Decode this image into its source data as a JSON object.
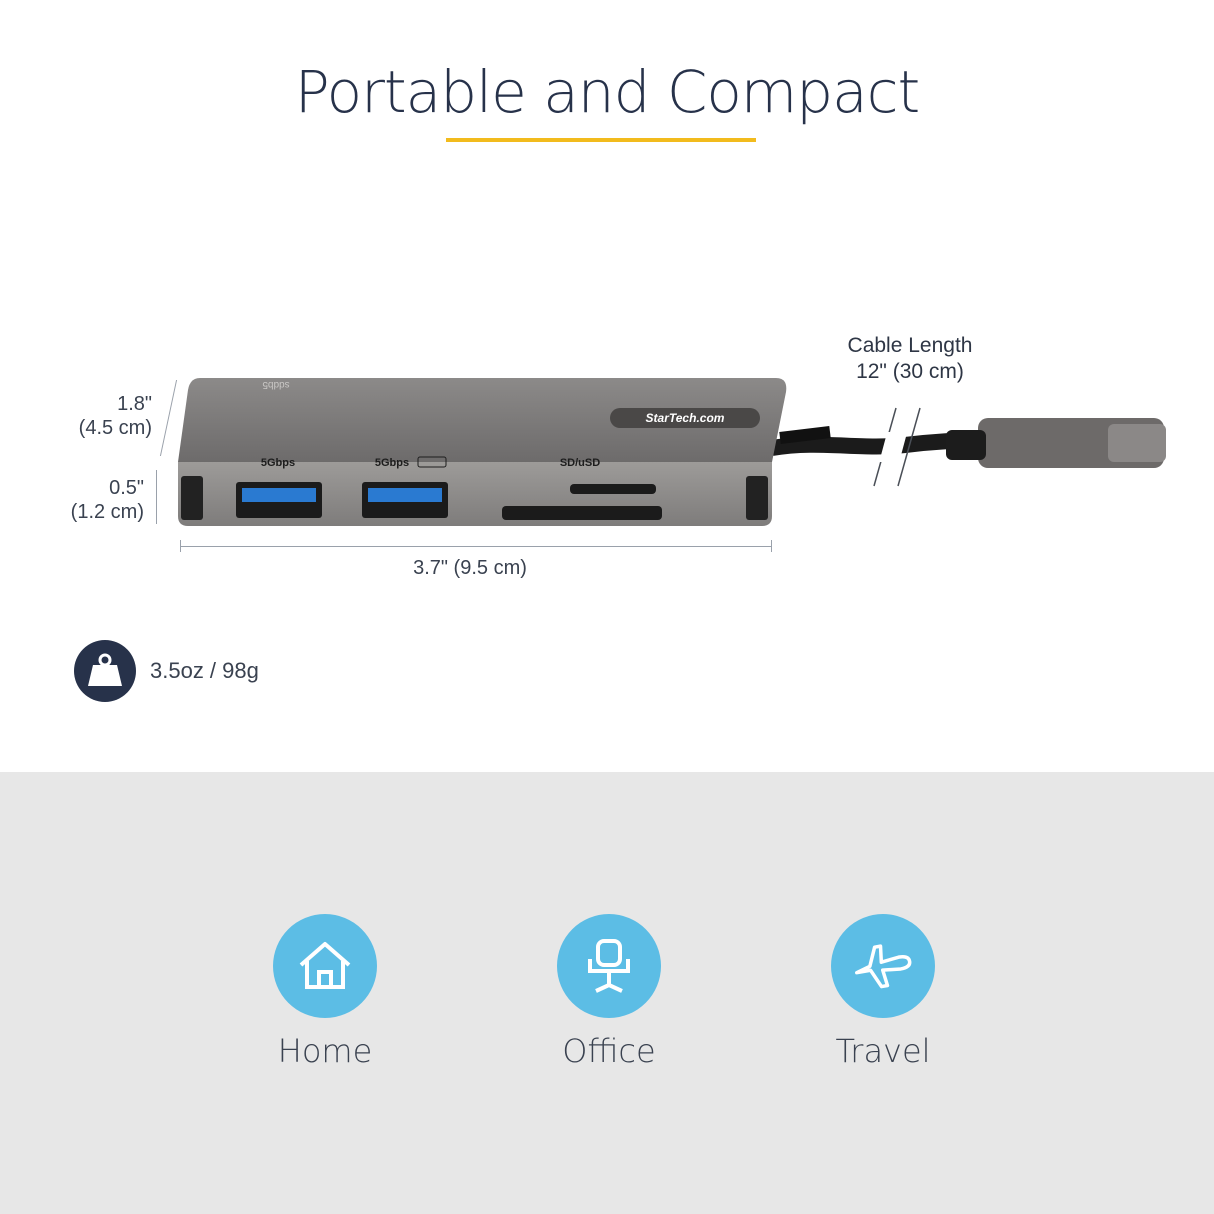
{
  "header": {
    "title": "Portable and Compact"
  },
  "dimensions": {
    "height_in": "1.8\"",
    "height_cm": "(4.5 cm)",
    "depth_in": "0.5\"",
    "depth_cm": "(1.2 cm)",
    "width": "3.7\" (9.5 cm)"
  },
  "cable": {
    "label": "Cable Length",
    "value": "12\" (30 cm)"
  },
  "device": {
    "brand": "StarTech.com",
    "top_print": "sddb5",
    "port1": "5Gbps",
    "port2": "5Gbps",
    "slot": "SD/uSD"
  },
  "weight": {
    "icon": "weight-icon",
    "value": "3.5oz / 98g"
  },
  "uses": [
    {
      "label": "Home",
      "icon": "house-icon"
    },
    {
      "label": "Office",
      "icon": "office-chair-icon"
    },
    {
      "label": "Travel",
      "icon": "airplane-icon"
    }
  ],
  "colors": {
    "accent": "#f2bb1d",
    "navy": "#27324a",
    "icon_bg": "#5cbde5",
    "panel": "#e7e7e7"
  }
}
